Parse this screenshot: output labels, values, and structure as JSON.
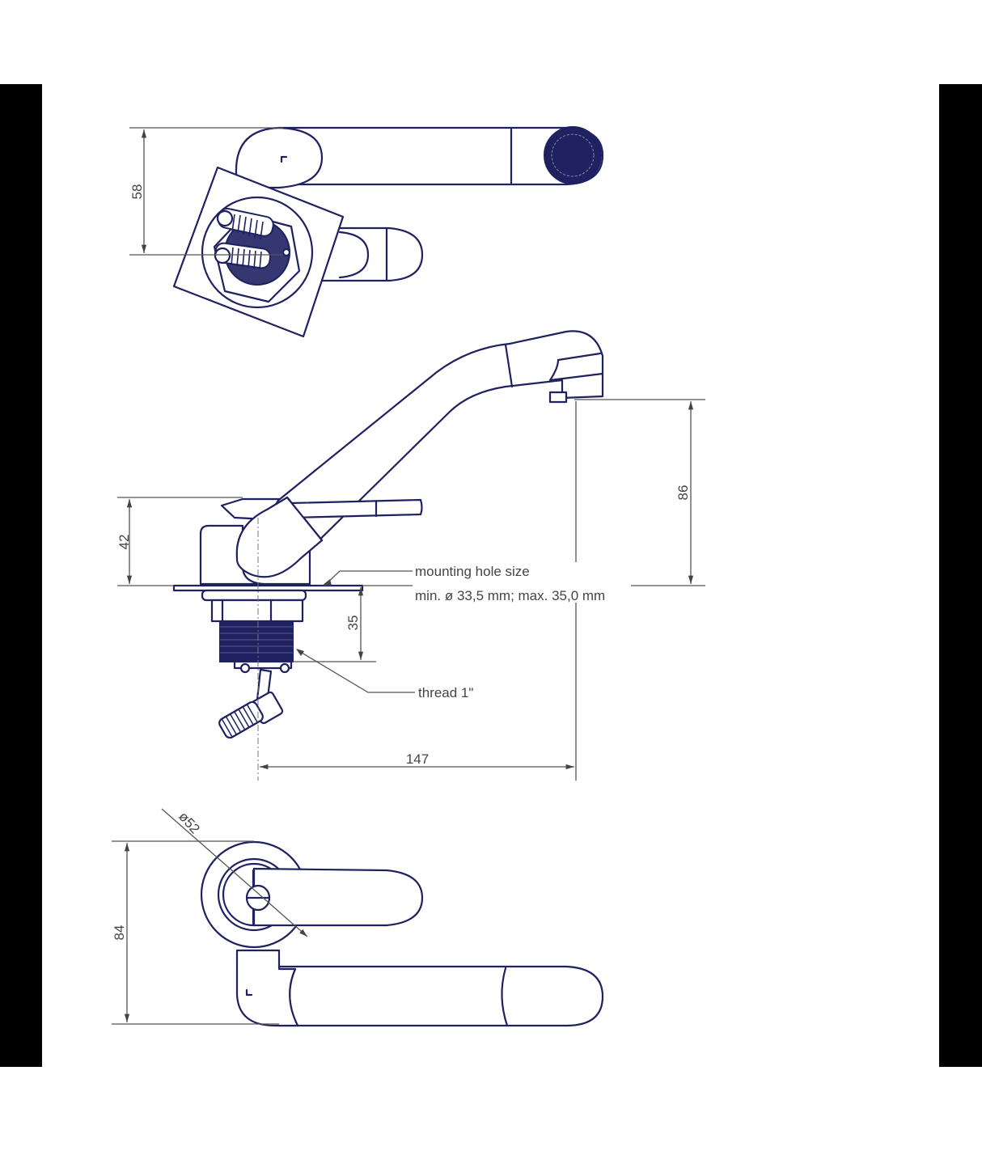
{
  "drawing": {
    "title": "Single lever mixer tap technical drawing",
    "stroke_color": "#1f2160",
    "dimension_color": "#444444",
    "views": {
      "top": {
        "dimension_height": "58"
      },
      "side": {
        "dimension_spout_height": "86",
        "dimension_body_height": "42",
        "dimension_thread_length": "35",
        "dimension_reach": "147",
        "note_mounting_line1": "mounting hole size",
        "note_mounting_line2": "min. ø 33,5 mm; max. 35,0 mm",
        "note_thread": "thread 1\""
      },
      "bottom": {
        "dimension_height": "84",
        "dimension_diameter": "ø52"
      }
    }
  }
}
